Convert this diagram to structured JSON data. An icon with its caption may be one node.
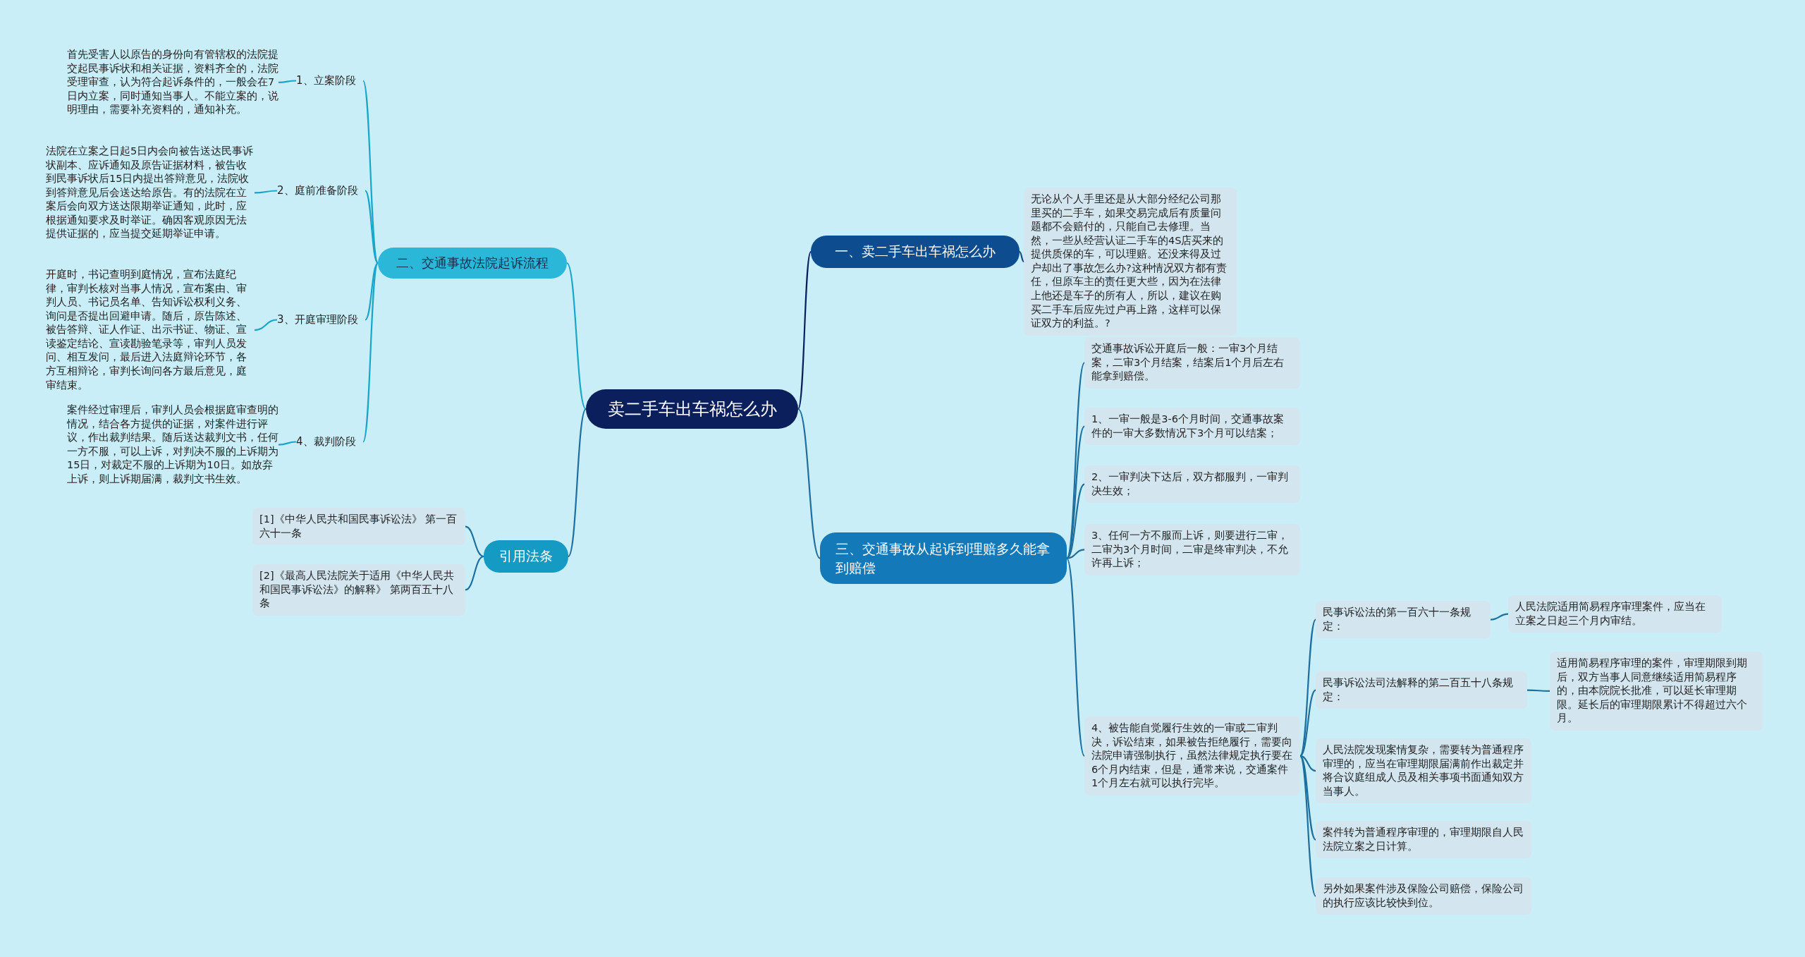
{
  "diagram": {
    "nodes": [
      {
        "text": [
          "卖二手车出车祸怎么办"
        ]
      },
      {
        "text": [
          "一、卖二手车出车祸怎么办"
        ]
      },
      {
        "text": [
          "无论从个人手里还是从大部分经纪公司那里买的二手车，如果交易完成后有质量问题都不会赔付的，只能自己去修理。当然，一些从经营认证二手车的4S店买来的提供质保的车，可以理赔。还没来得及过户却出了事故怎么办?这种情况双方都有责任，但原车主的责任更大些，因为在法律上他还是车子的所有人，所以，建议在购买二手车后应先过户再上路，这样可以保证双方的利益。?"
        ]
      },
      {
        "text": [
          "二、交通事故法院起诉流程"
        ]
      },
      {
        "text": [
          "1、立案阶段"
        ]
      },
      {
        "text": [
          "首先受害人以原告的身份向有管辖权的法院提交起民事诉状和相关证据，资料齐全的，法院受理审查，认为符合起诉条件的，一般会在7日内立案，同时通知当事人。不能立案的，说明理由，需要补充资料的，通知补充。"
        ]
      },
      {
        "text": [
          "2、庭前准备阶段"
        ]
      },
      {
        "text": [
          "法院在立案之日起5日内会向被告送达民事诉状副本、应诉通知及原告证据材料，被告收到民事诉状后15日内提出答辩意见，法院收到答辩意见后会送达给原告。有的法院在立案后会向双方送达限期举证通知，此时，应根据通知要求及时举证。确因客观原因无法提供证据的，应当提交延期举证申请。"
        ]
      },
      {
        "text": [
          "3、开庭审理阶段"
        ]
      },
      {
        "text": [
          "开庭时，书记查明到庭情况，宣布法庭纪律，审判长核对当事人情况，宣布案由、审判人员、书记员名单、告知诉讼权利义务、询问是否提出回避申请。随后，原告陈述、被告答辩、证人作证、出示书证、物证、宣读鉴定结论、宣读勘验笔录等，审判人员发问、相互发问，最后进入法庭辩论环节，各方互相辩论，审判长询问各方最后意见，庭审结束。"
        ]
      },
      {
        "text": [
          "4、裁判阶段"
        ]
      },
      {
        "text": [
          "案件经过审理后，审判人员会根据庭审查明的情况，结合各方提供的证据，对案件进行评议，作出裁判结果。随后送达裁判文书，任何一方不服，可以上诉，对判决不服的上诉期为15日，对裁定不服的上诉期为10日。如放弃上诉，则上诉期届满，裁判文书生效。"
        ]
      },
      {
        "text": [
          "三、交通事故从起诉到理赔多久能拿到赔偿"
        ]
      },
      {
        "text": [
          "交通事故诉讼开庭后一般：一审3个月结案，二审3个月结案，结案后1个月后左右能拿到赔偿。"
        ]
      },
      {
        "text": [
          "1、一审一般是3-6个月时间，交通事故案件的一审大多数情况下3个月可以结案；"
        ]
      },
      {
        "text": [
          "2、一审判决下达后，双方都服判，一审判决生效；"
        ]
      },
      {
        "text": [
          "3、任何一方不服而上诉，则要进行二审，二审为3个月时间，二审是终审判决，不允许再上诉；"
        ]
      },
      {
        "text": [
          "4、被告能自觉履行生效的一审或二审判决，诉讼结束，如果被告拒绝履行，需要向法院申请强制执行，虽然法律规定执行要在6个月内结束，但是，通常来说，交通案件1个月左右就可以执行完毕。"
        ]
      },
      {
        "text": [
          "民事诉讼法的第一百六十一条规定："
        ]
      },
      {
        "text": [
          "人民法院适用简易程序审理案件，应当在立案之日起三个月内审结。"
        ]
      },
      {
        "text": [
          "民事诉讼法司法解释的第二百五十八条规定："
        ]
      },
      {
        "text": [
          "适用简易程序审理的案件，审理期限到期后，双方当事人同意继续适用简易程序的，由本院院长批准，可以延长审理期限。延长后的审理期限累计不得超过六个月。"
        ]
      },
      {
        "text": [
          "人民法院发现案情复杂，需要转为普通程序审理的，应当在审理期限届满前作出裁定并将合议庭组成人员及相关事项书面通知双方当事人。"
        ]
      },
      {
        "text": [
          "案件转为普通程序审理的，审理期限自人民法院立案之日计算。"
        ]
      },
      {
        "text": [
          "另外如果案件涉及保险公司赔偿，保险公司的执行应该比较快到位。"
        ]
      },
      {
        "text": [
          "引用法条"
        ]
      },
      {
        "text": [
          "[1]《中华人民共和国民事诉讼法》 第一百六十一条"
        ]
      },
      {
        "text": [
          "[2]《最高人民法院关于适用《中华人民共和国民事诉讼法》的解释》 第两百五十八条"
        ]
      }
    ],
    "edges": [
      {
        "from": 0,
        "to": 1,
        "arrow": "none",
        "color": "#0b1f5c"
      },
      {
        "from": 1,
        "to": 2,
        "arrow": "none",
        "color": "#0d4c8f"
      },
      {
        "from": 0,
        "to": 3,
        "arrow": "none",
        "color": "#1aa6c8"
      },
      {
        "from": 3,
        "to": 4,
        "arrow": "none",
        "color": "#1aa6c8"
      },
      {
        "from": 4,
        "to": 5,
        "arrow": "none",
        "color": "#1aa6c8"
      },
      {
        "from": 3,
        "to": 6,
        "arrow": "none",
        "color": "#1aa6c8"
      },
      {
        "from": 6,
        "to": 7,
        "arrow": "none",
        "color": "#1aa6c8"
      },
      {
        "from": 3,
        "to": 8,
        "arrow": "none",
        "color": "#1aa6c8"
      },
      {
        "from": 8,
        "to": 9,
        "arrow": "none",
        "color": "#1aa6c8"
      },
      {
        "from": 3,
        "to": 10,
        "arrow": "none",
        "color": "#1aa6c8"
      },
      {
        "from": 10,
        "to": 11,
        "arrow": "none",
        "color": "#1aa6c8"
      },
      {
        "from": 0,
        "to": 12,
        "arrow": "none"
      },
      {
        "from": 12,
        "to": 13,
        "arrow": "none"
      },
      {
        "from": 12,
        "to": 14,
        "arrow": "none"
      },
      {
        "from": 12,
        "to": 15,
        "arrow": "none"
      },
      {
        "from": 12,
        "to": 16,
        "arrow": "none"
      },
      {
        "from": 12,
        "to": 17,
        "arrow": "none"
      },
      {
        "from": 17,
        "to": 18,
        "arrow": "none"
      },
      {
        "from": 18,
        "to": 19,
        "arrow": "none"
      },
      {
        "from": 17,
        "to": 20,
        "arrow": "none"
      },
      {
        "from": 20,
        "to": 21,
        "arrow": "none"
      },
      {
        "from": 17,
        "to": 22,
        "arrow": "none"
      },
      {
        "from": 17,
        "to": 23,
        "arrow": "none"
      },
      {
        "from": 17,
        "to": 24,
        "arrow": "none"
      },
      {
        "from": 0,
        "to": 25,
        "arrow": "none"
      },
      {
        "from": 25,
        "to": 26,
        "arrow": "none"
      },
      {
        "from": 25,
        "to": 27,
        "arrow": "none"
      }
    ]
  }
}
